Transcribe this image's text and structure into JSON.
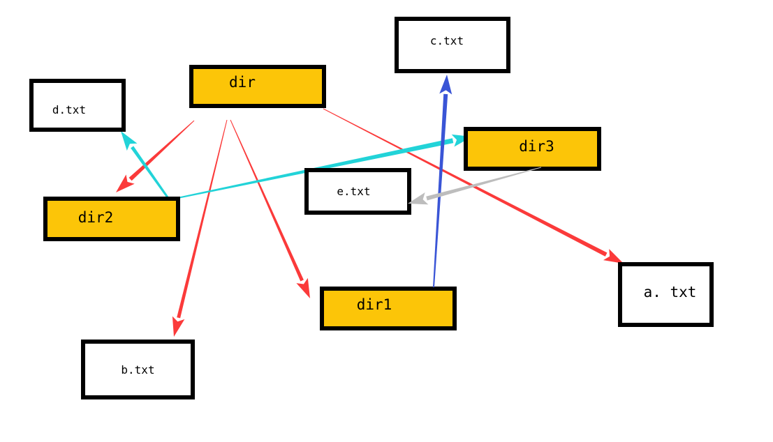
{
  "colors": {
    "dir_fill": "#fcc508",
    "file_fill": "#ffffff",
    "border": "#000000",
    "red_arrow": "#fb3a3a",
    "cyan_arrow": "#22d3d8",
    "blue_arrow": "#3a55d6",
    "gray_arrow": "#bdbdbd"
  },
  "nodes": [
    {
      "id": "dir",
      "label": "dir",
      "kind": "dir"
    },
    {
      "id": "dir1",
      "label": "dir1",
      "kind": "dir"
    },
    {
      "id": "dir2",
      "label": "dir2",
      "kind": "dir"
    },
    {
      "id": "dir3",
      "label": "dir3",
      "kind": "dir"
    },
    {
      "id": "a",
      "label": "a. txt",
      "kind": "file"
    },
    {
      "id": "b",
      "label": "b.txt",
      "kind": "file"
    },
    {
      "id": "c",
      "label": "c.txt",
      "kind": "file"
    },
    {
      "id": "d",
      "label": "d.txt",
      "kind": "file"
    },
    {
      "id": "e",
      "label": "e.txt",
      "kind": "file"
    }
  ],
  "edges": [
    {
      "from": "dir",
      "to": "a",
      "color": "red_arrow"
    },
    {
      "from": "dir",
      "to": "dir1",
      "color": "red_arrow"
    },
    {
      "from": "dir",
      "to": "dir2",
      "color": "red_arrow"
    },
    {
      "from": "dir",
      "to": "b",
      "color": "red_arrow"
    },
    {
      "from": "dir2",
      "to": "d",
      "color": "cyan_arrow"
    },
    {
      "from": "dir2",
      "to": "dir3",
      "color": "cyan_arrow"
    },
    {
      "from": "dir1",
      "to": "c",
      "color": "blue_arrow"
    },
    {
      "from": "dir3",
      "to": "e",
      "color": "gray_arrow"
    }
  ]
}
